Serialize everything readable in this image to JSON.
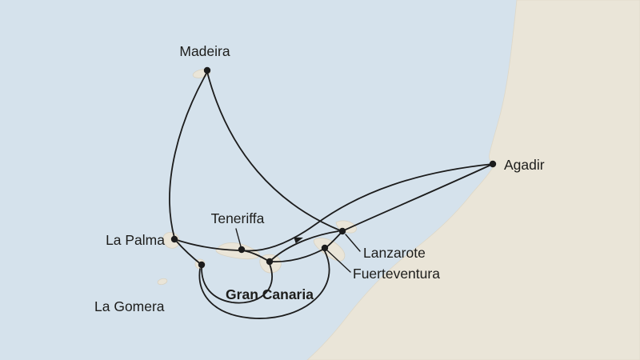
{
  "map": {
    "title": "Cruise itinerary map - Canary Islands, Madeira and Agadir",
    "colors": {
      "sea": "#d5e2ec",
      "land": "#eae5d8",
      "land_stroke": "#ded8c8",
      "route": "#1c1c1c",
      "label": "#1d1d1b"
    },
    "ports": [
      {
        "label": "Madeira",
        "bold": false
      },
      {
        "label": "Agadir",
        "bold": false
      },
      {
        "label": "La Palma",
        "bold": false
      },
      {
        "label": "Teneriffa",
        "bold": false
      },
      {
        "label": "Lanzarote",
        "bold": false
      },
      {
        "label": "Fuerteventura",
        "bold": false
      },
      {
        "label": "La Gomera",
        "bold": false
      },
      {
        "label": "Gran Canaria",
        "bold": true
      }
    ],
    "route_sequence": "Gran Canaria – Teneriffa – La Gomera – La Palma – Madeira – Agadir – Lanzarote – Fuerteventura – Gran Canaria"
  }
}
